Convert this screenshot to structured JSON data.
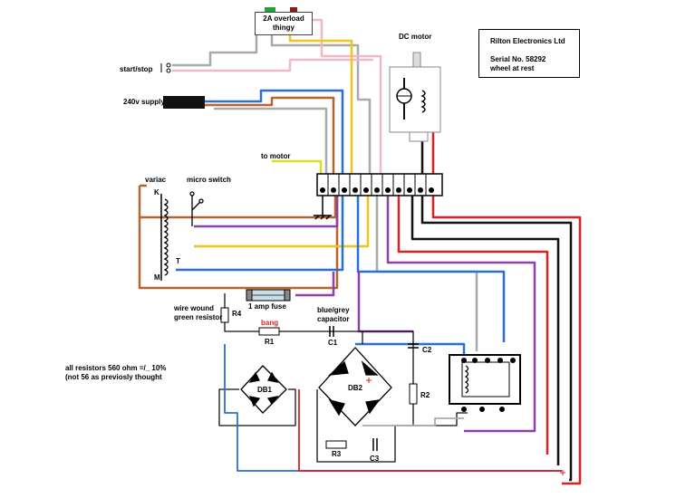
{
  "info_box": {
    "company": "Rilton Electronics Ltd",
    "serial": "Serial No. 58292",
    "status": "wheel at rest"
  },
  "overload": {
    "line1": "2A overload",
    "line2": "thingy",
    "green_button_color": "#1ea33c",
    "red_button_color": "#8b1a1a"
  },
  "labels": {
    "dc_motor": "DC motor",
    "start_stop": "start/stop",
    "supply": "240v supply",
    "to_motor": "to motor",
    "variac": "variac",
    "micro_switch": "micro switch",
    "k": "K",
    "t": "T",
    "m": "M",
    "fuse": "1 amp fuse",
    "wire_wound_1": "wire wound",
    "wire_wound_2": "green resistor",
    "r4": "R4",
    "bang": "bang",
    "r1": "R1",
    "capacitor_1": "blue/grey",
    "capacitor_2": "capacitor",
    "c1": "C1",
    "c2": "C2",
    "r2": "R2",
    "db1": "DB1",
    "db2": "DB2",
    "r3": "R3",
    "c3": "C3",
    "note_1": "all resistors 560 ohm =/_ 10%",
    "note_2": "(not 56 as previosly thought"
  },
  "colors": {
    "wire_blue": "#2a6fd6",
    "wire_brown": "#b5642c",
    "wire_yellow": "#f0c418",
    "wire_purple": "#8e3fa8",
    "wire_grey": "#a9a9a9",
    "wire_pink": "#f2b8c6",
    "wire_red": "#e02020",
    "wire_black": "#111111",
    "wire_lime": "#d8e020",
    "bang_text": "#e02020",
    "fuse_glass": "#c8dcea"
  }
}
